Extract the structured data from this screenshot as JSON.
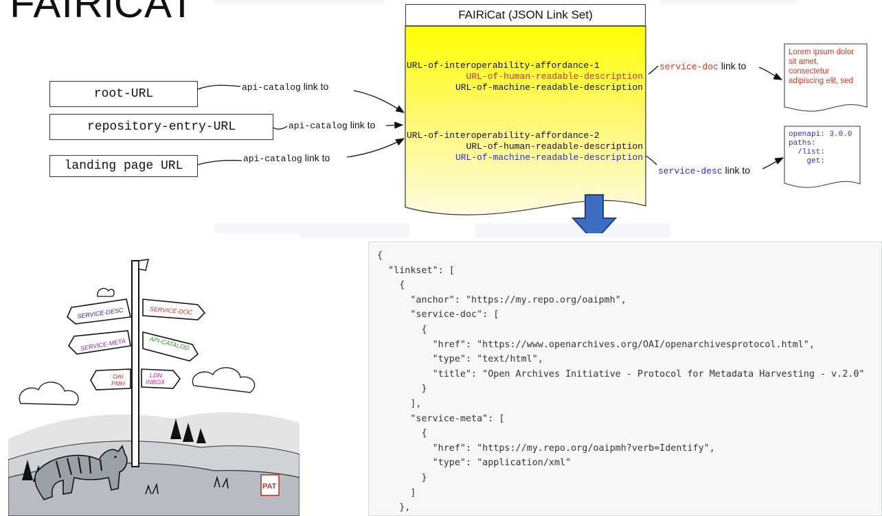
{
  "title": "FAIRiCAT",
  "sources": [
    {
      "url": "root-URL",
      "relation": "api-catalog",
      "suffix": "link to"
    },
    {
      "url": "repository-entry-URL",
      "relation": "api-catalog",
      "suffix": "link to"
    },
    {
      "url": "landing page URL",
      "relation": "api-catalog",
      "suffix": "link to"
    }
  ],
  "linkset_doc": {
    "title": "FAIRiCat (JSON Link Set)",
    "affordances": [
      {
        "url": "URL-of-interoperability-affordance-1",
        "human": "URL-of-human-readable-description",
        "machine": "URL-of-machine-readable-description"
      },
      {
        "url": "URL-of-interoperability-affordance-2",
        "human": "URL-of-human-readable-description",
        "machine": "URL-of-machine-readable-description"
      }
    ]
  },
  "targets": [
    {
      "relation": "service-doc",
      "suffix": "link to",
      "note_lines": [
        "Lorem ipsum dolor",
        "sit amet,",
        "consectetur",
        "adipiscing elit, sed"
      ]
    },
    {
      "relation": "service-desc",
      "suffix": "link to",
      "note_lines": [
        "openapi: 3.0.0",
        "paths:",
        "  /list:",
        "    get:"
      ]
    }
  ],
  "signpost": {
    "signs": [
      "SERVICE-DESC",
      "SERVICE-DOC",
      "SERVICE-META",
      "API-CATALOG",
      "OAI",
      "PMH",
      "LDN",
      "INBOX"
    ],
    "artist_mark": "PAT"
  },
  "code_lines": [
    "{",
    "  \"linkset\": [",
    "    {",
    "      \"anchor\": \"https://my.repo.org/oaipmh\",",
    "      \"service-doc\": [",
    "        {",
    "          \"href\": \"https://www.openarchives.org/OAI/openarchivesprotocol.html\",",
    "          \"type\": \"text/html\",",
    "          \"title\": \"Open Archives Initiative - Protocol for Metadata Harvesting - v.2.0\"",
    "        }",
    "      ],",
    "      \"service-meta\": [",
    "        {",
    "          \"href\": \"https://my.repo.org/oaipmh?verb=Identify\",",
    "          \"type\": \"application/xml\"",
    "        }",
    "      ]",
    "    },"
  ],
  "colors": {
    "human_desc": "#c0392b",
    "machine_desc": "#2a2fa8",
    "doc_fill_top": "#ffff00",
    "doc_fill_bottom": "#fffbe0",
    "down_arrow": "#3d6ec2",
    "down_arrow_stroke": "#1f3f80"
  }
}
